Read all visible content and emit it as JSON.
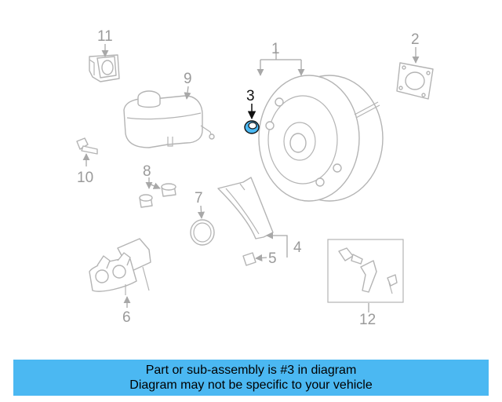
{
  "banner": {
    "line1": "Part or sub-assembly is #3 in diagram",
    "line2": "Diagram may not be specific to your vehicle"
  },
  "callouts": {
    "c1": "1",
    "c2": "2",
    "c3": "3",
    "c4": "4",
    "c5": "5",
    "c6": "6",
    "c7": "7",
    "c8": "8",
    "c9": "9",
    "c10": "10",
    "c11": "11",
    "c12": "12"
  },
  "highlight": {
    "part": "3",
    "color": "#4bb8f2"
  }
}
